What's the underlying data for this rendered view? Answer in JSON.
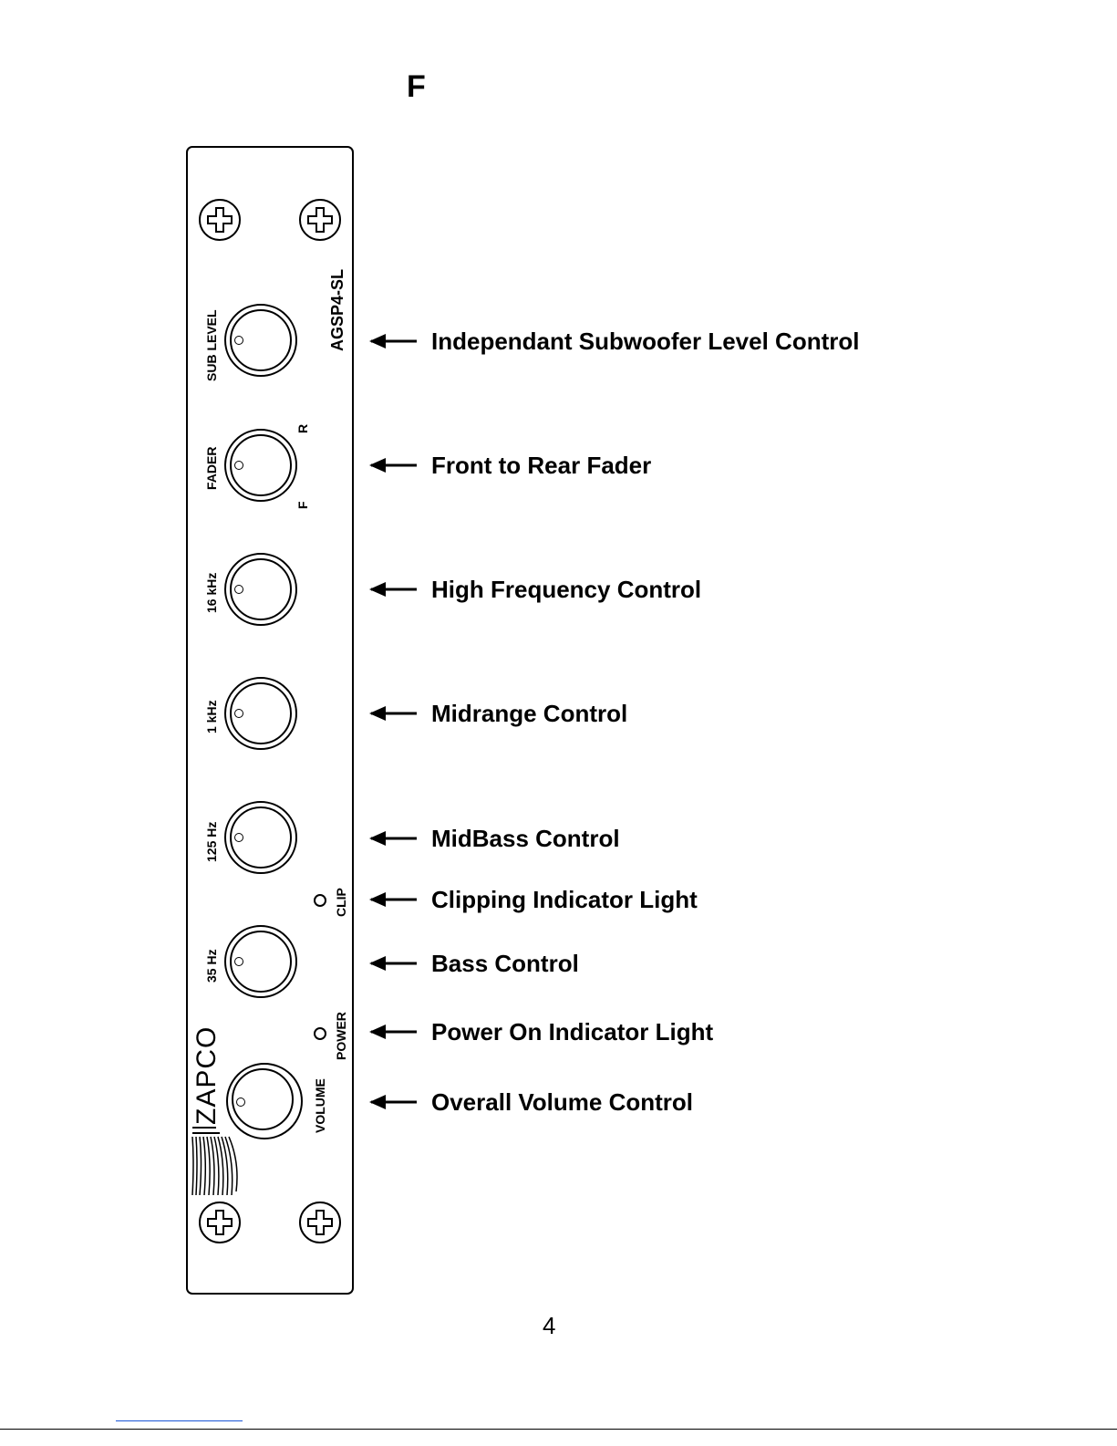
{
  "heading": "F",
  "panel": {
    "model": "AGSP4-SL",
    "brand": "ZAPCO",
    "knob_labels": {
      "sub_level": "SUB LEVEL",
      "fader": "FADER",
      "fader_front": "F",
      "fader_rear": "R",
      "treble": "16 kHz",
      "mid": "1 kHz",
      "midbass": "125 Hz",
      "bass": "35 Hz",
      "volume": "VOLUME"
    },
    "led_labels": {
      "clip": "CLIP",
      "power": "POWER"
    }
  },
  "callouts": {
    "sub_level": "Independant Subwoofer Level Control",
    "fader": "Front to Rear Fader",
    "treble": "High Frequency Control",
    "mid": "Midrange Control",
    "midbass": "MidBass Control",
    "clip": "Clipping Indicator Light",
    "bass": "Bass Control",
    "power": "Power On Indicator Light",
    "volume": "Overall Volume Control"
  },
  "page_number": "4",
  "icons": {
    "screw": "phillips-screw-icon",
    "arrow": "arrow-left-icon",
    "logo": "zapco-logo-icon"
  }
}
